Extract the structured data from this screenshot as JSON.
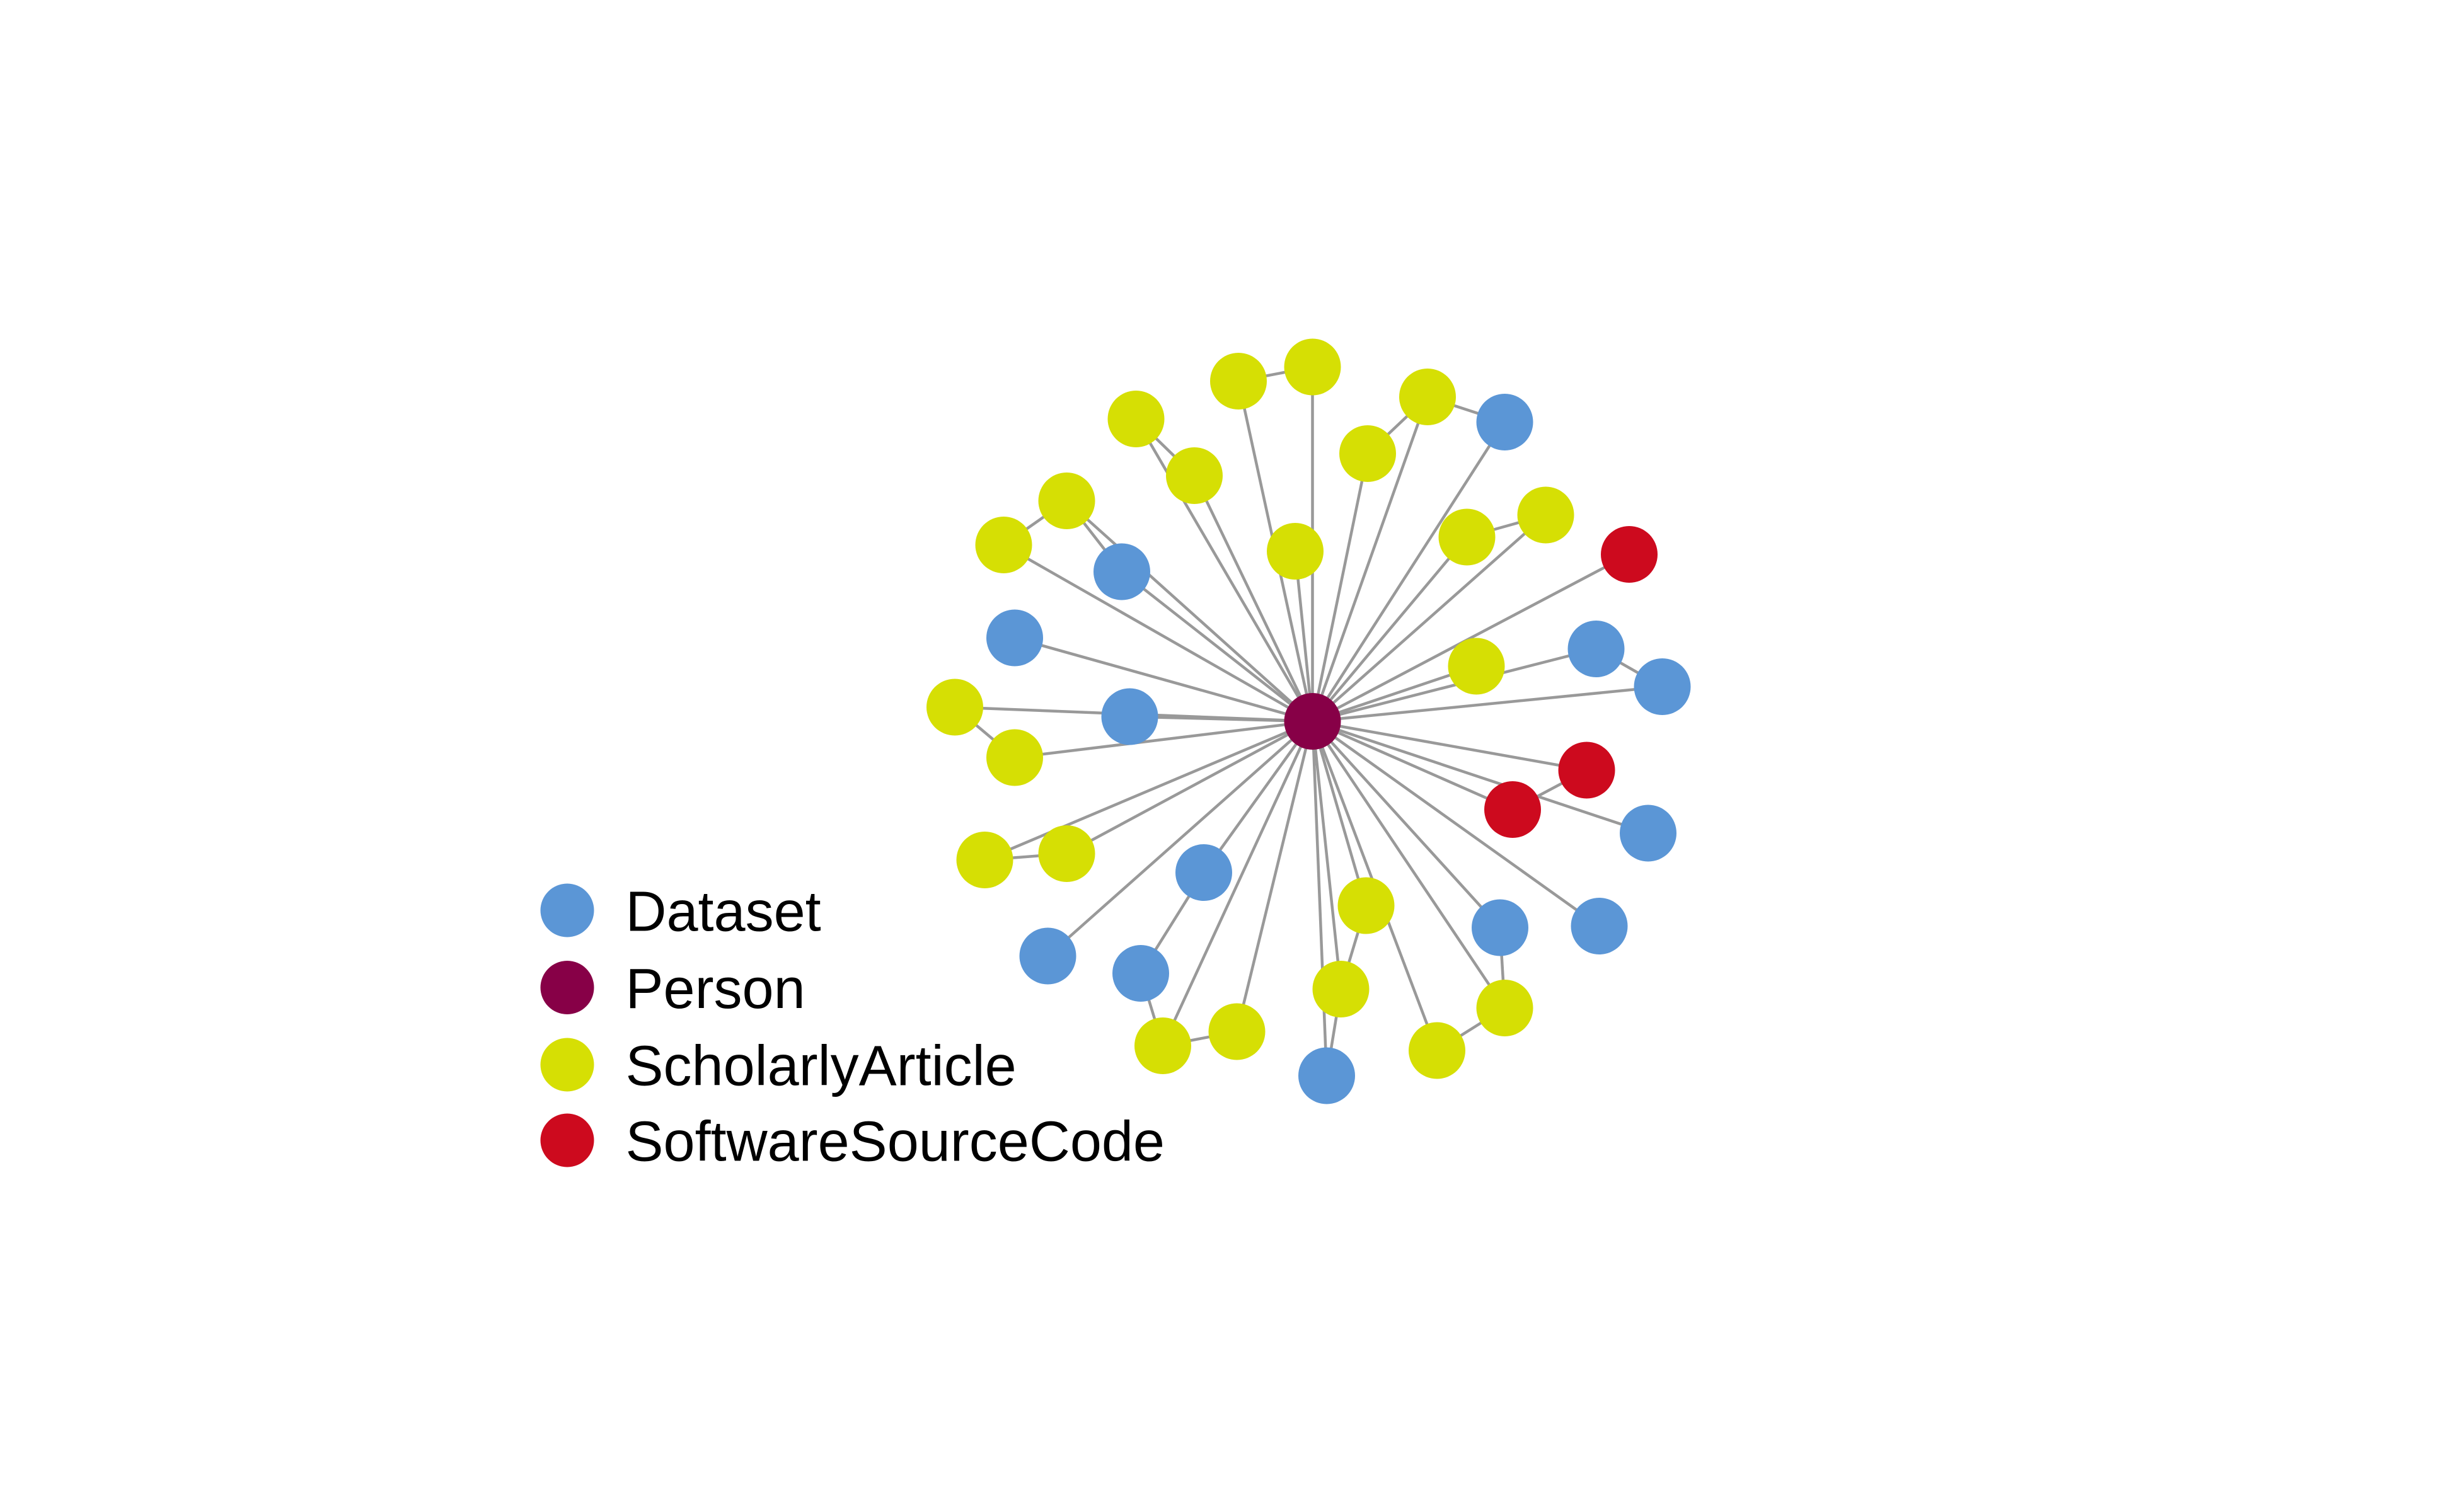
{
  "colors": {
    "Dataset": "#5b96d6",
    "Person": "#870047",
    "ScholarlyArticle": "#d6df04",
    "SoftwareSourceCode": "#cd0a1e",
    "edge": "#999999"
  },
  "legend": {
    "items": [
      {
        "type": "Dataset",
        "label": "Dataset"
      },
      {
        "type": "Person",
        "label": "Person"
      },
      {
        "type": "ScholarlyArticle",
        "label": "ScholarlyArticle"
      },
      {
        "type": "SoftwareSourceCode",
        "label": "SoftwareSourceCode"
      }
    ]
  },
  "graph": {
    "nodes": [
      {
        "id": 0,
        "type": "Person"
      },
      {
        "id": 1,
        "type": "ScholarlyArticle"
      },
      {
        "id": 2,
        "type": "ScholarlyArticle"
      },
      {
        "id": 3,
        "type": "ScholarlyArticle"
      },
      {
        "id": 4,
        "type": "ScholarlyArticle"
      },
      {
        "id": 5,
        "type": "ScholarlyArticle"
      },
      {
        "id": 6,
        "type": "Dataset"
      },
      {
        "id": 7,
        "type": "ScholarlyArticle"
      },
      {
        "id": 8,
        "type": "ScholarlyArticle"
      },
      {
        "id": 9,
        "type": "ScholarlyArticle"
      },
      {
        "id": 10,
        "type": "Dataset"
      },
      {
        "id": 11,
        "type": "ScholarlyArticle"
      },
      {
        "id": 12,
        "type": "ScholarlyArticle"
      },
      {
        "id": 13,
        "type": "ScholarlyArticle"
      },
      {
        "id": 14,
        "type": "SoftwareSourceCode"
      },
      {
        "id": 15,
        "type": "Dataset"
      },
      {
        "id": 16,
        "type": "Dataset"
      },
      {
        "id": 17,
        "type": "ScholarlyArticle"
      },
      {
        "id": 18,
        "type": "Dataset"
      },
      {
        "id": 19,
        "type": "ScholarlyArticle"
      },
      {
        "id": 20,
        "type": "Dataset"
      },
      {
        "id": 21,
        "type": "ScholarlyArticle"
      },
      {
        "id": 22,
        "type": "SoftwareSourceCode"
      },
      {
        "id": 23,
        "type": "SoftwareSourceCode"
      },
      {
        "id": 24,
        "type": "Dataset"
      },
      {
        "id": 25,
        "type": "ScholarlyArticle"
      },
      {
        "id": 26,
        "type": "ScholarlyArticle"
      },
      {
        "id": 27,
        "type": "Dataset"
      },
      {
        "id": 28,
        "type": "Dataset"
      },
      {
        "id": 29,
        "type": "Dataset"
      },
      {
        "id": 30,
        "type": "Dataset"
      },
      {
        "id": 31,
        "type": "ScholarlyArticle"
      },
      {
        "id": 32,
        "type": "Dataset"
      },
      {
        "id": 33,
        "type": "ScholarlyArticle"
      },
      {
        "id": 34,
        "type": "ScholarlyArticle"
      },
      {
        "id": 35,
        "type": "ScholarlyArticle"
      },
      {
        "id": 36,
        "type": "ScholarlyArticle"
      },
      {
        "id": 37,
        "type": "Dataset"
      },
      {
        "id": 38,
        "type": "ScholarlyArticle"
      }
    ],
    "edges": [
      [
        0,
        1
      ],
      [
        0,
        2
      ],
      [
        0,
        3
      ],
      [
        0,
        4
      ],
      [
        0,
        5
      ],
      [
        0,
        6
      ],
      [
        0,
        7
      ],
      [
        0,
        8
      ],
      [
        0,
        9
      ],
      [
        0,
        10
      ],
      [
        0,
        11
      ],
      [
        0,
        12
      ],
      [
        0,
        13
      ],
      [
        0,
        14
      ],
      [
        0,
        15
      ],
      [
        0,
        16
      ],
      [
        0,
        17
      ],
      [
        0,
        18
      ],
      [
        0,
        19
      ],
      [
        0,
        20
      ],
      [
        0,
        21
      ],
      [
        0,
        22
      ],
      [
        0,
        23
      ],
      [
        0,
        24
      ],
      [
        0,
        25
      ],
      [
        0,
        26
      ],
      [
        0,
        27
      ],
      [
        0,
        28
      ],
      [
        0,
        29
      ],
      [
        0,
        30
      ],
      [
        0,
        31
      ],
      [
        0,
        33
      ],
      [
        0,
        34
      ],
      [
        0,
        35
      ],
      [
        0,
        36
      ],
      [
        0,
        37
      ],
      [
        0,
        38
      ],
      [
        1,
        2
      ],
      [
        3,
        4
      ],
      [
        5,
        6
      ],
      [
        5,
        7
      ],
      [
        8,
        9
      ],
      [
        8,
        10
      ],
      [
        12,
        13
      ],
      [
        16,
        18
      ],
      [
        19,
        21
      ],
      [
        22,
        23
      ],
      [
        25,
        26
      ],
      [
        27,
        32
      ],
      [
        30,
        34
      ],
      [
        31,
        33
      ],
      [
        32,
        35
      ],
      [
        33,
        37
      ],
      [
        35,
        36
      ],
      [
        38,
        34
      ]
    ]
  }
}
